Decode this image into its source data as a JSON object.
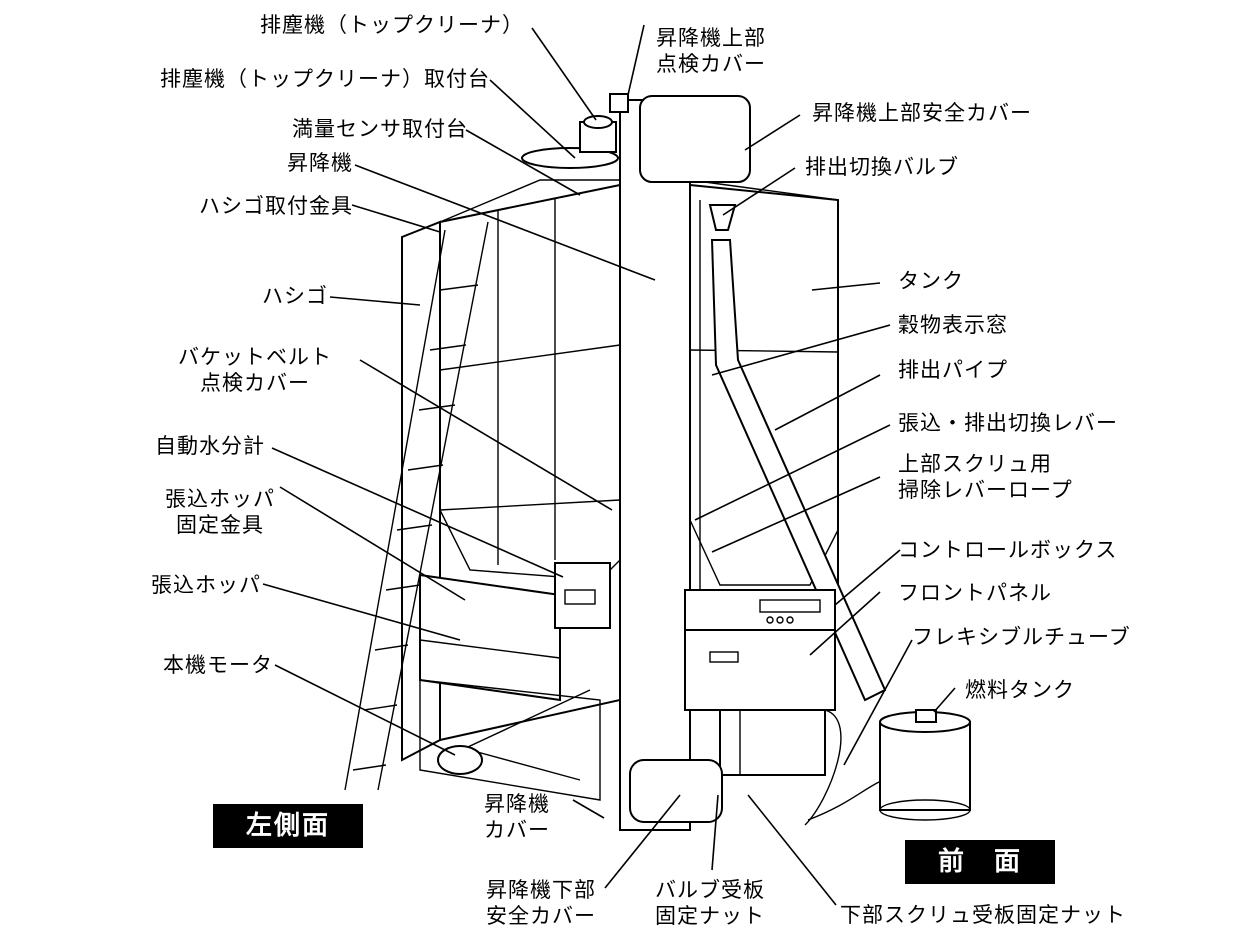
{
  "labels": {
    "top_cleaner": "排塵機（トップクリーナ）",
    "top_cleaner_mount": "排塵機（トップクリーナ）取付台",
    "full_sensor_mount": "満量センサ取付台",
    "elevator": "昇降機",
    "ladder_bracket": "ハシゴ取付金具",
    "ladder": "ハシゴ",
    "bucket_belt_cover_1": "バケットベルト",
    "bucket_belt_cover_2": "点検カバー",
    "moisture_meter": "自動水分計",
    "hopper_bracket_1": "張込ホッパ",
    "hopper_bracket_2": "固定金具",
    "hopper": "張込ホッパ",
    "main_motor": "本機モータ",
    "elevator_top_cover_1": "昇降機上部",
    "elevator_top_cover_2": "点検カバー",
    "elevator_top_safety_cover": "昇降機上部安全カバー",
    "discharge_valve": "排出切換バルブ",
    "tank": "タンク",
    "grain_window": "穀物表示窓",
    "discharge_pipe": "排出パイプ",
    "lever": "張込・排出切換レバー",
    "screw_rope_1": "上部スクリュ用",
    "screw_rope_2": "掃除レバーロープ",
    "control_box": "コントロールボックス",
    "front_panel": "フロントパネル",
    "flexible_tube": "フレキシブルチューブ",
    "fuel_tank": "燃料タンク",
    "elevator_cover_1": "昇降機",
    "elevator_cover_2": "カバー",
    "elevator_bottom_cover_1": "昇降機下部",
    "elevator_bottom_cover_2": "安全カバー",
    "valve_nut_1": "バルブ受板",
    "valve_nut_2": "固定ナット",
    "screw_nut": "下部スクリュ受板固定ナット"
  },
  "tags": {
    "left_side": "左側面",
    "front": "前　面"
  }
}
